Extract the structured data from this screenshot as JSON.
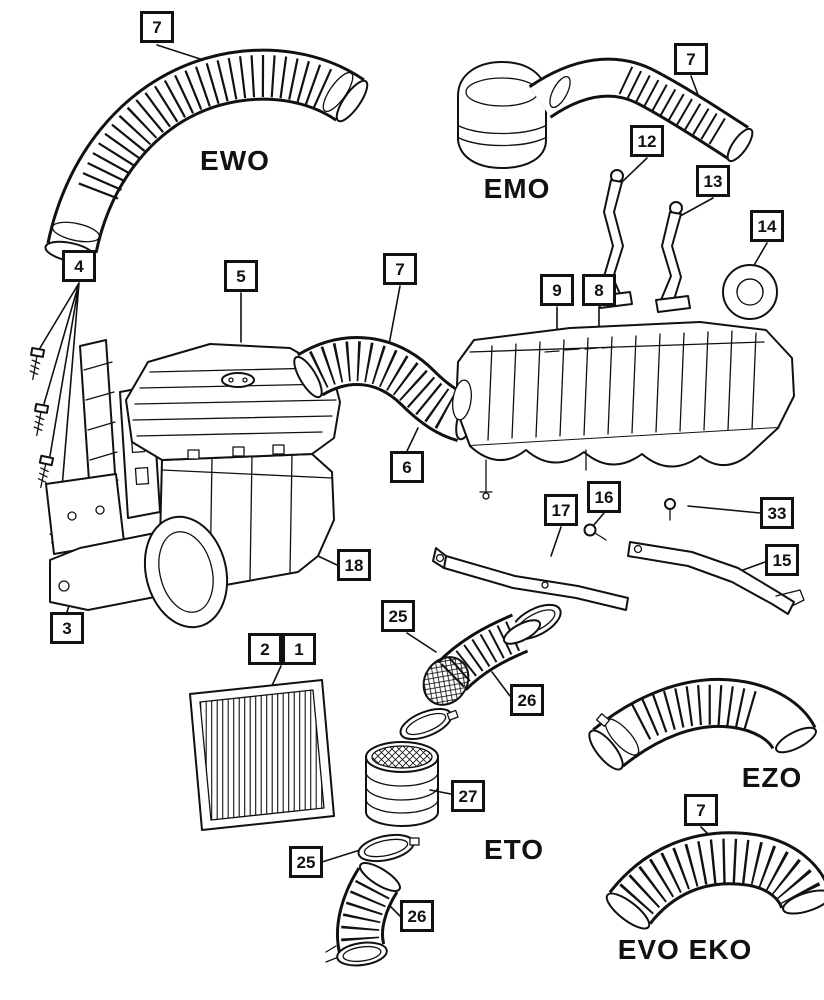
{
  "diagram": {
    "callouts": [
      "7",
      "7",
      "12",
      "13",
      "14",
      "4",
      "5",
      "7",
      "9",
      "8",
      "6",
      "16",
      "17",
      "33",
      "15",
      "18",
      "3",
      "2",
      "1",
      "25",
      "26",
      "27",
      "25",
      "26",
      "7"
    ],
    "group_labels": [
      "EWO",
      "EMO",
      "EZO",
      "ETO",
      "EVO EKO"
    ],
    "colors": {
      "line": "#111111",
      "background": "#ffffff"
    }
  }
}
